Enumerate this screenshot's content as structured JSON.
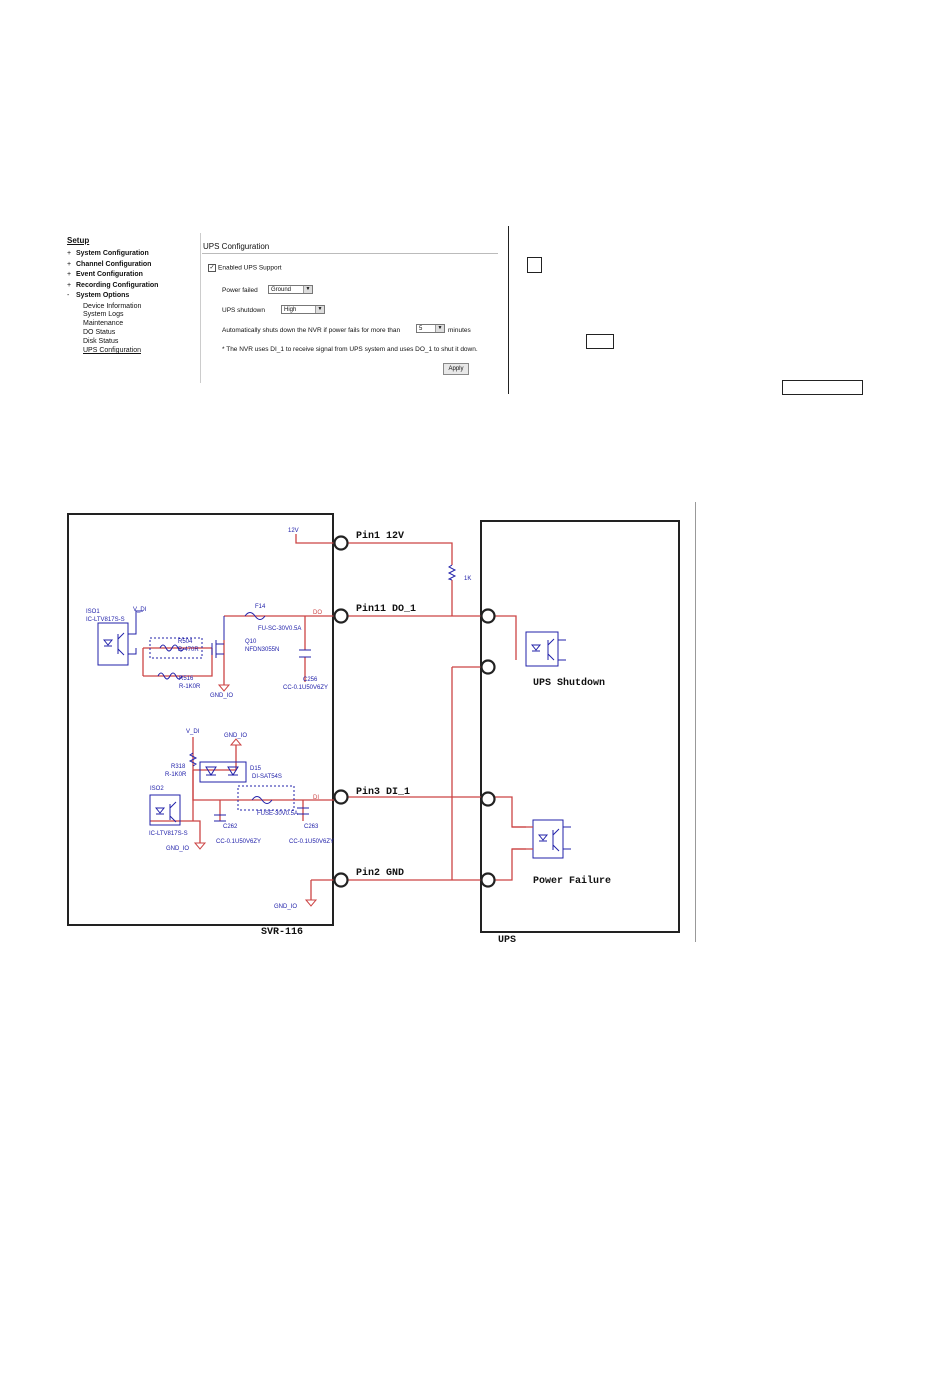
{
  "setup": {
    "title": "Setup",
    "nav": [
      {
        "label": "System Configuration",
        "sign": "+"
      },
      {
        "label": "Channel Configuration",
        "sign": "+"
      },
      {
        "label": "Event Configuration",
        "sign": "+"
      },
      {
        "label": "Recording Configuration",
        "sign": "+"
      },
      {
        "label": "System Options",
        "sign": "-"
      }
    ],
    "sub_items": [
      "Device Information",
      "System Logs",
      "Maintenance",
      "DO Status",
      "Disk Status",
      "UPS Configuration"
    ]
  },
  "ups": {
    "title": "UPS Configuration",
    "enable_label": "Enabled UPS Support",
    "enable_checked": "✓",
    "power_failed_label": "Power failed",
    "power_failed_value": "Ground",
    "ups_shutdown_label": "UPS shutdown",
    "ups_shutdown_value": "High",
    "auto_shutdown_label": "Automatically shuts down the NVR if power fails for more than",
    "auto_shutdown_value": "5",
    "minutes_label": "minutes",
    "note": "* The NVR uses DI_1 to receive signal from UPS system and uses DO_1 to shut it down.",
    "apply_label": "Apply"
  },
  "diagram": {
    "svr_label": "SVR-116",
    "ups_label": "UPS",
    "pins": [
      {
        "label": "Pin1 12V"
      },
      {
        "label": "Pin11 DO_1"
      },
      {
        "label": "Pin3 DI_1"
      },
      {
        "label": "Pin2 GND"
      }
    ],
    "ups_shutdown_label": "UPS Shutdown",
    "power_failure_label": "Power Failure",
    "resistor_label": "1K",
    "net_12v": "12V",
    "net_do": "DO",
    "net_di": "DI",
    "net_vdi": "V_DI",
    "gnd_labels": [
      "GND_IO",
      "GND_IO",
      "GND_IO",
      "GND_IO"
    ],
    "components": {
      "iso1": "ISO1",
      "iso1_part": "IC-LTV817S-S",
      "r504": "R504",
      "r504_val": "R-470R",
      "f14": "F14",
      "f14_val": "FU-SC-30V0.5A",
      "q10": "Q10",
      "q10_val": "NFDN3055N",
      "r516": "R516",
      "r516_val": "R-1K0R",
      "c256": "C256",
      "c256_val": "CC-0.1U50V6ZY",
      "r318": "R318",
      "r318_val": "R-1K0R",
      "d15": "D15",
      "d15_val": "DI-SAT54S",
      "iso2": "ISO2",
      "iso2_part": "IC-LTV817S-S",
      "c262": "C262",
      "c262_val": "CC-0.1U50V6ZY",
      "c263": "C263",
      "c263_val": "CC-0.1U50V6ZY",
      "f_di_val": "FUSE-30V0.5A"
    }
  }
}
